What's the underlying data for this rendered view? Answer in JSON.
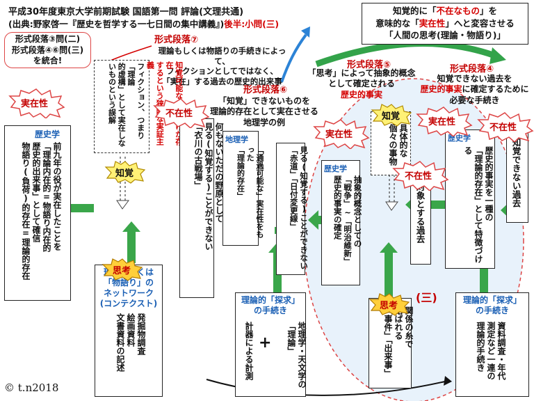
{
  "header": {
    "title": "平成30年度東京大学前期試験 国語第一問 評論(文理共通)",
    "source_prefix": "(出典:野家啓一『歴史を哲学する一七日間の集中講義』)",
    "source_suffix": "後半:小問(三)"
  },
  "top_right_box": {
    "line1_a": "知覚的に「",
    "line1_b": "不在なもの",
    "line1_c": "」を",
    "line2_a": "意味的な「",
    "line2_b": "実在性",
    "line2_c": "」へと変容させる",
    "line3": "「人間の思考(理論・物語り)」"
  },
  "top_left_note": {
    "line1": "形式段落③問(二)",
    "line2": "形式段落④⑥問(三)",
    "line3": "を統合!"
  },
  "labels": {
    "para7": "形式段落⑦",
    "para6": "形式段落⑥",
    "para5": "形式段落⑤",
    "para4": "形式段落④",
    "jitsuzai": "実在性",
    "fuzai": "不在性",
    "chikaku": "知覚",
    "shikou": "思考",
    "san": "(三)"
  },
  "text_para7": {
    "line1": "理論もしくは物語りの手続きによって、",
    "line2": "フィクションとしてではなく、",
    "line3": "「実在」する過去の歴史的出来事"
  },
  "text_para5": {
    "line1": "「思考」によって抽象的概念",
    "line2": "として確定される",
    "line3": "歴史的事実"
  },
  "text_para4": {
    "line1": "知覚できない過去を",
    "line2": "歴史的事実",
    "line3": "に確定するために",
    "line4": "必要な手続き"
  },
  "text_para6": {
    "line1": "「知覚」できないものを",
    "line2": "理論的存在として実在させる",
    "line3": "地理学の例"
  },
  "fiction_box": {
    "col1": "フィクション、つまり「理論",
    "col2": "的虚構」として実在しな",
    "col3": "いものという誤解",
    "red1": "知覚可能なものだけが存在",
    "red2": "するという狭隘な実証主義"
  },
  "left_box": {
    "heading": "歴史学",
    "col1": "前九年の役が実在したことを",
    "col2": "「理論内在的=物語り内在的",
    "col3": "歴史的出来事」として確信",
    "col4": "物語り(負荷)的存在=理論的存在"
  },
  "field_box": {
    "col1": "何もないただの野原として",
    "col2": "見る(知覚する)ことができない",
    "col3": "「衣川の古戦場」"
  },
  "geo_box": {
    "heading": "地理学",
    "col1": "「通過可能な」実在性をもった",
    "col2": "「理論的存在」"
  },
  "equator_box": {
    "col1": "見る(知覚する)ことができない",
    "col2": "「赤道」「日付変更線」"
  },
  "history_center_box": {
    "heading": "歴史学",
    "col1": "抽象的概念としての",
    "col2": "「戦争」~「明治維新」",
    "col3": "歴史的事実の確定"
  },
  "individual_box": {
    "col1": "具体的な",
    "col2": "個々の事物"
  },
  "object_box": {
    "col1": "対象とする過去"
  },
  "history_right_box": {
    "heading": "歴史学",
    "col1": "歴史的事実を一種の",
    "col2": "「理論的存在」として特徴づける"
  },
  "invisible_box": {
    "col1": "知覚できない過去"
  },
  "network_box": {
    "line1": "理論もしくは",
    "line2": "「物語り」の",
    "line3": "ネットワーク",
    "line4": "(コンテクスト)",
    "col1": "発掘物調査",
    "col2": "絵画資料",
    "col3": "文書資料の記述"
  },
  "geo_procedure_box": {
    "line1": "理論的「探求」",
    "line2": "の手続き",
    "col_left": "計器による計測",
    "plus": "+",
    "col_right_a": "地理学・天文学の",
    "col_right_b": "「理論」"
  },
  "relation_box": {
    "col1": "関係の糸で",
    "col2": "結ばれる",
    "col3": "「事件」「出来事」"
  },
  "history_procedure_box": {
    "line1": "理論的「探求」",
    "line2": "の手続き",
    "col1": "資料調査・年代",
    "col2": "測定など一連の",
    "col3": "理論的手続き"
  },
  "copyright": "© t.n2018"
}
